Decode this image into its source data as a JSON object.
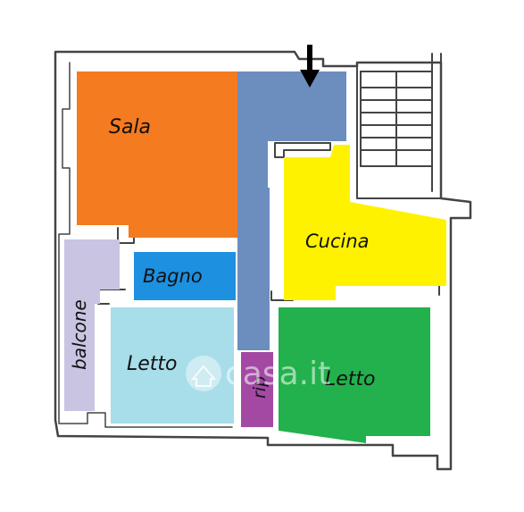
{
  "rooms": {
    "sala": {
      "label": "Sala",
      "color": "#F47B20"
    },
    "bagno": {
      "label": "Bagno",
      "color": "#1E90E0"
    },
    "cucina": {
      "label": "Cucina",
      "color": "#FFF200"
    },
    "letto1": {
      "label": "Letto",
      "color": "#A8DDEA"
    },
    "letto2": {
      "label": "Letto",
      "color": "#22B14C"
    },
    "balcone": {
      "label": "balcone",
      "color": "#C8C4E2"
    },
    "rip": {
      "label": "rip",
      "color": "#A349A4"
    },
    "corridor": {
      "color": "#6C8EBF"
    }
  },
  "colors": {
    "wall": "#444444",
    "background": "#ffffff"
  },
  "watermark": {
    "text": "casa.it",
    "icon": "house-icon"
  },
  "entrance": {
    "icon": "entrance-arrow-icon"
  }
}
